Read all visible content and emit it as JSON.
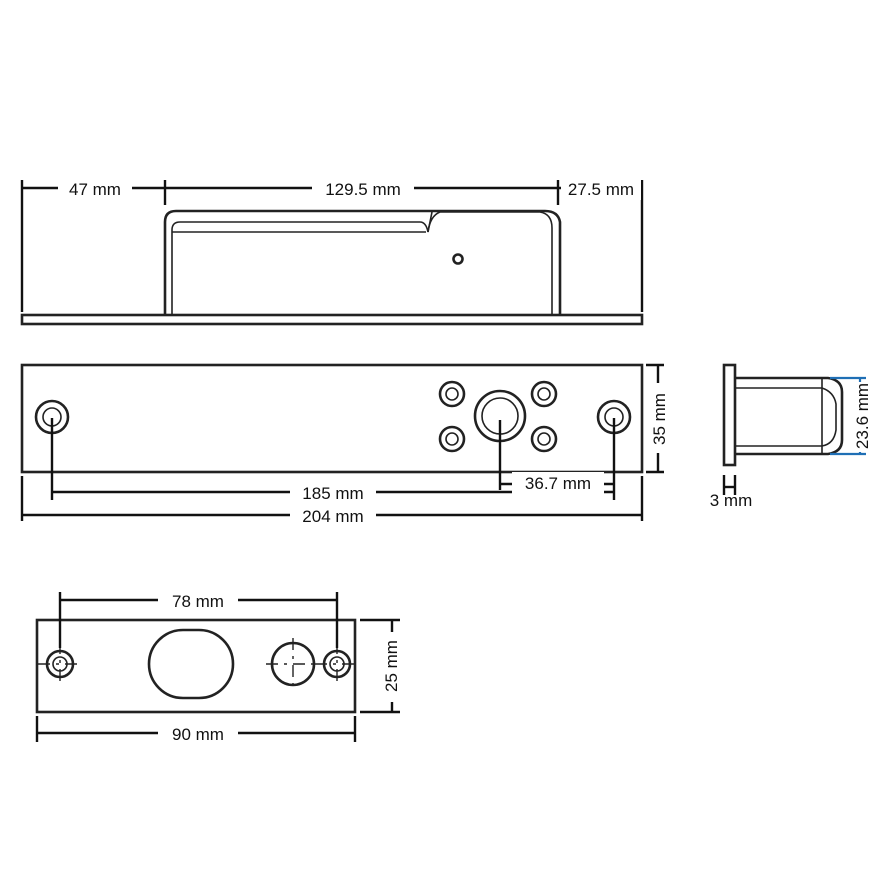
{
  "dimensions": {
    "top_view": {
      "left_offset": "47 mm",
      "body_length": "129.5 mm",
      "right_offset": "27.5 mm"
    },
    "plate_view": {
      "height": "35 mm",
      "hole_spacing": "185 mm",
      "bolt_offset": "36.7 mm",
      "total_length": "204 mm"
    },
    "side_view": {
      "plate_thickness": "3 mm",
      "bolt_diameter": "23.6 mm"
    },
    "strike_plate": {
      "hole_spacing": "78 mm",
      "height": "25 mm",
      "length": "90 mm"
    }
  },
  "colors": {
    "line": "#222222",
    "accent": "#1f6fb5"
  }
}
